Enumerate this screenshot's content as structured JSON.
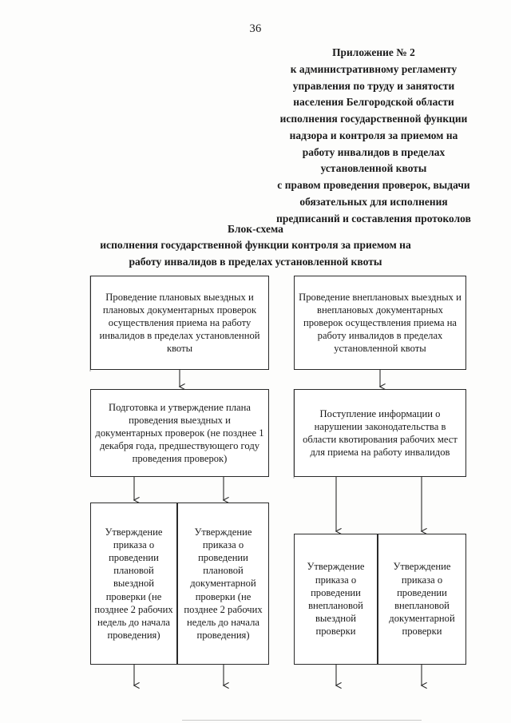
{
  "document": {
    "page_number": "36",
    "appendix_header": [
      "Приложение № 2",
      "к административному регламенту",
      "управления по труду и занятости",
      "населения Белгородской области",
      "исполнения государственной функции",
      "надзора и контроля за приемом на",
      "работу инвалидов в пределах",
      "установленной квоты",
      "с правом проведения проверок, выдачи",
      "обязательных для исполнения",
      "предписаний и составления протоколов"
    ],
    "scheme_title": [
      "Блок-схема",
      "исполнения государственной функции контроля за приемом на",
      "работу инвалидов в пределах установленной квоты"
    ]
  },
  "flowchart": {
    "type": "flowchart",
    "orientation": "top-down",
    "columns": [
      "planned-inspections",
      "unplanned-inspections"
    ],
    "boxes": {
      "planned_inspections": "Проведение плановых выездных и плановых документарных проверок осуществления приема на работу инвалидов в пределах установленной квоты",
      "unplanned_inspections": "Проведение внеплановых выездных и внеплановых документарных проверок осуществления приема на работу инвалидов в пределах установленной квоты",
      "plan_preparation_approval": "Подготовка и утверждение плана проведения выездных и документарных проверок (не позднее 1 декабря года, предшествующего году проведения проверок)",
      "information_receipt": "Поступление информации о нарушении законодательства в области квотирования рабочих мест для приема на работу инвалидов",
      "order_planned_field": "Утверждение приказа о проведении плановой выездной проверки (не позднее 2 рабочих недель до начала проведения)",
      "order_planned_documentary": "Утверждение приказа о проведении плановой документарной проверки (не позднее 2 рабочих недель до начала проведения)",
      "order_unplanned_field": "Утверждение приказа о проведении внеплановой выездной проверки",
      "order_unplanned_documentary": "Утверждение приказа о проведении внеплановой документарной проверки"
    },
    "connections": [
      {
        "from": "planned_inspections",
        "to": "plan_preparation_approval"
      },
      {
        "from": "unplanned_inspections",
        "to": "information_receipt"
      },
      {
        "from": "plan_preparation_approval",
        "to": "order_planned_field"
      },
      {
        "from": "plan_preparation_approval",
        "to": "order_planned_documentary"
      },
      {
        "from": "information_receipt",
        "to": "order_unplanned_field"
      },
      {
        "from": "information_receipt",
        "to": "order_unplanned_documentary"
      },
      {
        "from": "order_planned_field",
        "to": "continues-below"
      },
      {
        "from": "order_planned_documentary",
        "to": "continues-below"
      },
      {
        "from": "order_unplanned_field",
        "to": "continues-below"
      },
      {
        "from": "order_unplanned_documentary",
        "to": "continues-below"
      }
    ],
    "colors": {
      "stroke": "#2a2a2a",
      "fill": "#ffffff",
      "text": "#1a1a1a"
    }
  }
}
